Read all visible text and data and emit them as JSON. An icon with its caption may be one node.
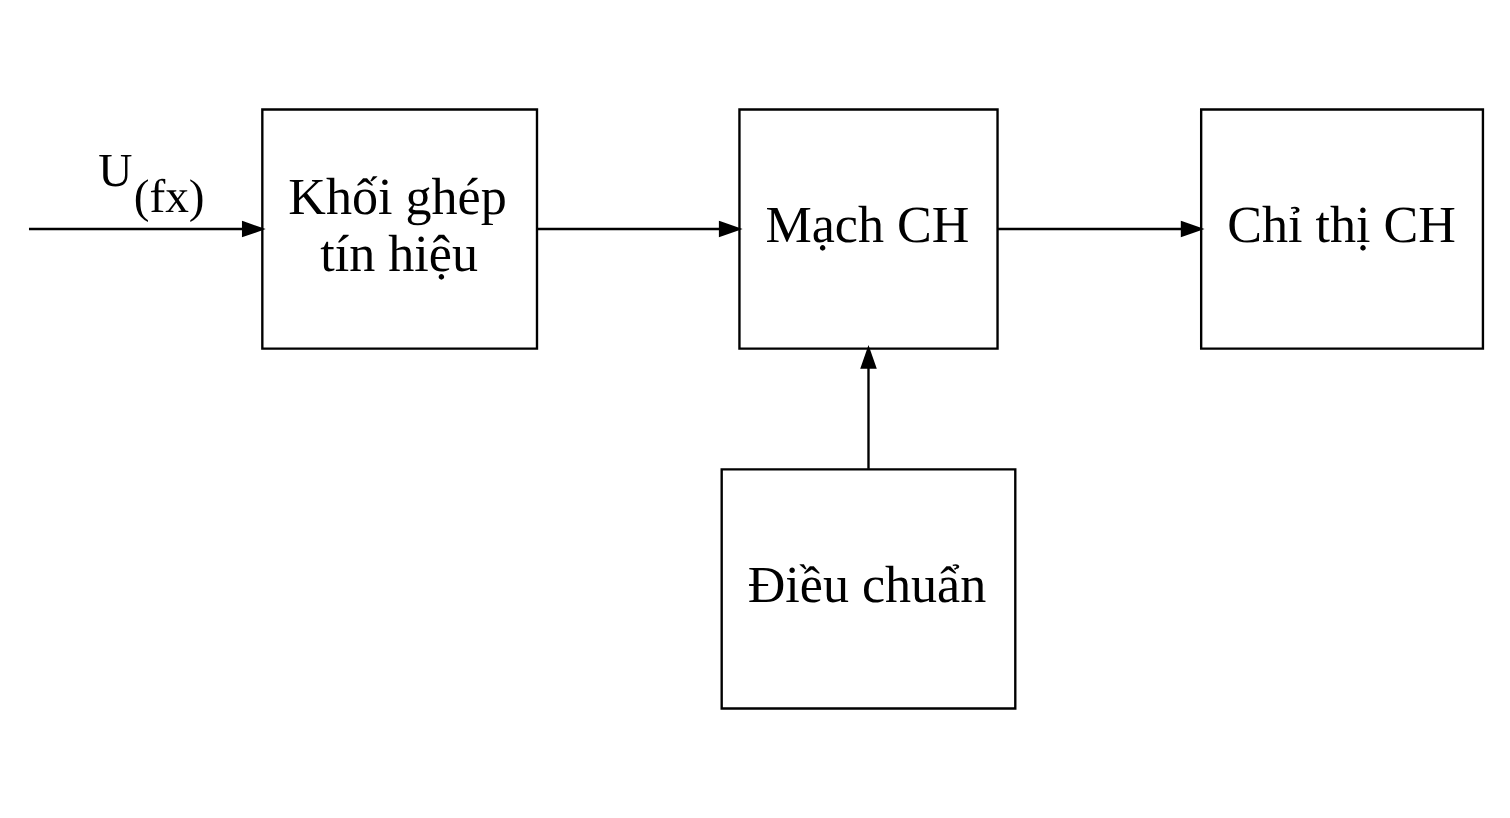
{
  "diagram": {
    "nodes": [
      {
        "text": [
          "Khối ghép tín hiệu"
        ]
      },
      {
        "text": [
          "Mạch CH"
        ]
      },
      {
        "text": [
          "Chỉ thị CH"
        ]
      },
      {
        "text": [
          "Điều chuẩn"
        ]
      }
    ],
    "edges": [
      {
        "from": null,
        "to": 0,
        "arrow": "to",
        "label": "U$_{(fx)}$"
      },
      {
        "from": 0,
        "to": 1,
        "arrow": "to"
      },
      {
        "from": 1,
        "to": 2,
        "arrow": "to"
      },
      {
        "from": 3,
        "to": 1,
        "arrow": "to"
      }
    ]
  }
}
